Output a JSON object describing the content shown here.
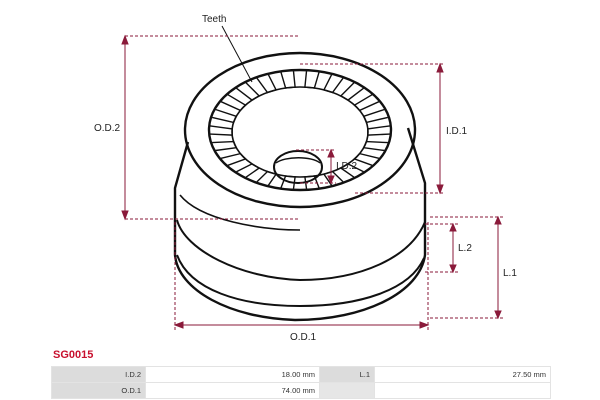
{
  "diagram": {
    "labels": {
      "teeth": "Teeth",
      "od2": "O.D.2",
      "od1": "O.D.1",
      "id1": "I.D.1",
      "id2": "I.D.2",
      "l1": "L.1",
      "l2": "L.2"
    },
    "colors": {
      "stroke": "#111111",
      "dimension": "#8a1a3a",
      "part_code": "#c8102e"
    }
  },
  "part_code": "SG0015",
  "specs": {
    "rows": [
      {
        "label1": "I.D.2",
        "value1": "18.00 mm",
        "label2": "L.1",
        "value2": "27.50 mm"
      },
      {
        "label1": "O.D.1",
        "value1": "74.00 mm",
        "label2": "",
        "value2": ""
      }
    ]
  }
}
